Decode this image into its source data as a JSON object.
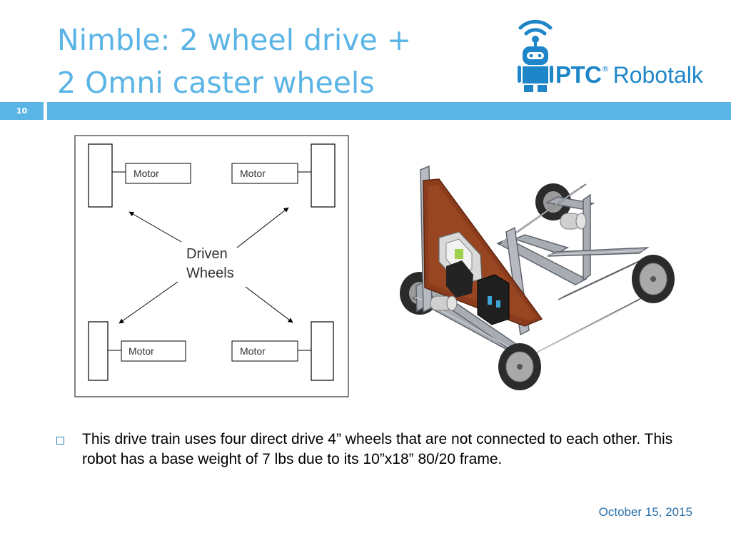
{
  "slide": {
    "title_line1": "Nimble: 2 wheel drive +",
    "title_line2": "2 Omni caster wheels",
    "number": "10",
    "date": "October 15, 2015",
    "accent_color": "#5ab4e5"
  },
  "logo": {
    "brand": "PTC",
    "registered": "®",
    "product": "Robotalk",
    "icon": "robot-wifi-icon"
  },
  "diagram": {
    "motor_labels": [
      "Motor",
      "Motor",
      "Motor",
      "Motor"
    ],
    "center_label_line1": "Driven",
    "center_label_line2": "Wheels"
  },
  "bullet": {
    "text": "This drive train uses four direct drive 4” wheels that are not connected to each other. This robot has a base weight of 7 lbs due to its 10”x18” 80/20 frame."
  }
}
